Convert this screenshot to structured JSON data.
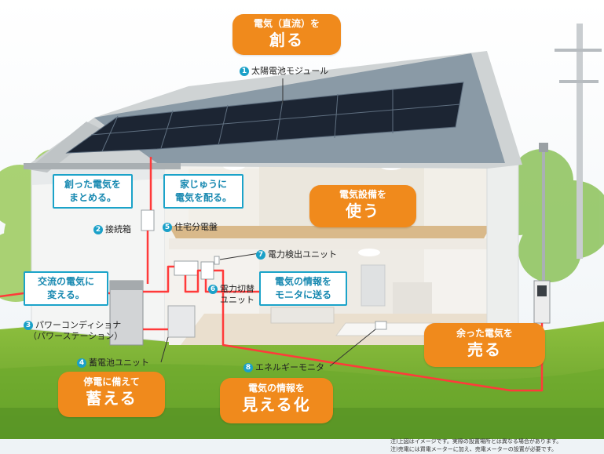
{
  "callouts_orange": {
    "create": {
      "small": "電気（直流）を",
      "big": "創る"
    },
    "use": {
      "small": "電気設備を",
      "big": "使う"
    },
    "sell": {
      "small": "余った電気を",
      "big": "売る"
    },
    "store": {
      "small": "停電に備えて",
      "big": "蓄える"
    },
    "visualize": {
      "small": "電気の情報を",
      "big": "見える化"
    }
  },
  "callouts_blue": {
    "combine": [
      "創った電気を",
      "まとめる。"
    ],
    "distribute": [
      "家じゅうに",
      "電気を配る。"
    ],
    "convert": [
      "交流の電気に",
      "変える。"
    ],
    "send_info": [
      "電気の情報を",
      "モニタに送る"
    ]
  },
  "labels": [
    {
      "num": "1",
      "text": "太陽電池モジュール"
    },
    {
      "num": "2",
      "text": "接続箱"
    },
    {
      "num": "3",
      "text": "パワーコンディショナ",
      "text2": "（パワーステーション）"
    },
    {
      "num": "4",
      "text": "蓄電池ユニット"
    },
    {
      "num": "5",
      "text": "住宅分電盤"
    },
    {
      "num": "6",
      "text": "電力切替",
      "text2": "ユニット"
    },
    {
      "num": "7",
      "text": "電力検出ユニット"
    },
    {
      "num": "8",
      "text": "エネルギーモニタ"
    }
  ],
  "notes": [
    "注)上図はイメージです。実際の設置場所とは異なる場合があります。",
    "注)売電には買電メーターに加え、売電メーターの設置が必要です。"
  ],
  "colors": {
    "accent_orange": "#f08a1c",
    "callout_blue": "#1ba3c9",
    "wire_red": "#ff3a3a"
  }
}
